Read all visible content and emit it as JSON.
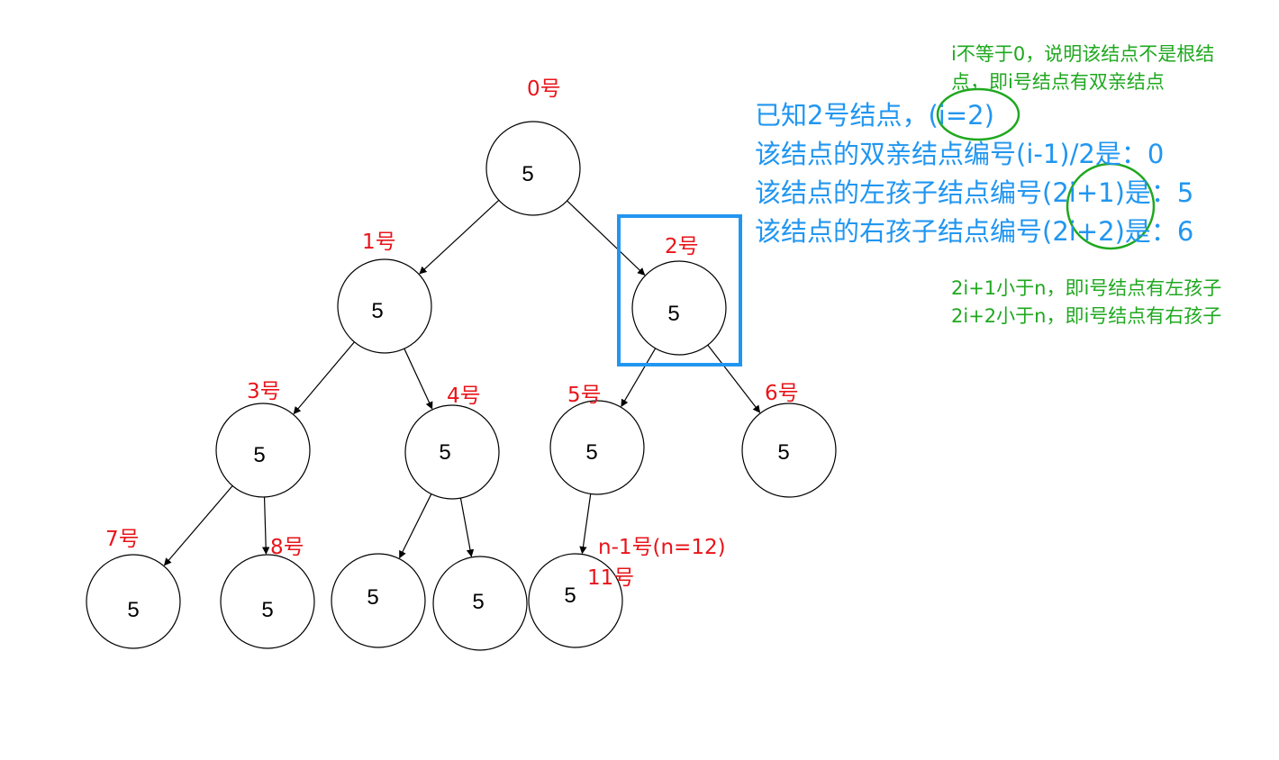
{
  "colors": {
    "node_label": "#e8141a",
    "blue_text": "#2196f0",
    "highlight_box": "#2196f0",
    "green_text": "#1fa81f",
    "green_circle": "#1fa81f"
  },
  "tree": {
    "nodes": [
      {
        "id": "n0",
        "value": "5",
        "label": "0号"
      },
      {
        "id": "n1",
        "value": "5",
        "label": "1号"
      },
      {
        "id": "n2",
        "value": "5",
        "label": "2号"
      },
      {
        "id": "n3",
        "value": "5",
        "label": "3号"
      },
      {
        "id": "n4",
        "value": "5",
        "label": "4号"
      },
      {
        "id": "n5",
        "value": "5",
        "label": "5号"
      },
      {
        "id": "n6",
        "value": "5",
        "label": "6号"
      },
      {
        "id": "n7",
        "value": "5",
        "label": "7号"
      },
      {
        "id": "n8",
        "value": "5",
        "label": "8号"
      },
      {
        "id": "n9",
        "value": "5",
        "label": ""
      },
      {
        "id": "n10",
        "value": "5",
        "label": ""
      },
      {
        "id": "n11",
        "value": "5",
        "label": "11号"
      }
    ],
    "edges": [
      [
        "n0",
        "n1"
      ],
      [
        "n0",
        "n2"
      ],
      [
        "n1",
        "n3"
      ],
      [
        "n1",
        "n4"
      ],
      [
        "n2",
        "n5"
      ],
      [
        "n2",
        "n6"
      ],
      [
        "n3",
        "n7"
      ],
      [
        "n3",
        "n8"
      ],
      [
        "n4",
        "n9"
      ],
      [
        "n4",
        "n10"
      ],
      [
        "n5",
        "n11"
      ]
    ],
    "last_node_note": "n-1号(n=12)"
  },
  "annotations": {
    "blue_lines": [
      "已知2号结点，(i=2)",
      "该结点的双亲结点编号(i-1)/2是：0",
      "该结点的左孩子结点编号(2i+1)是：5",
      "该结点的右孩子结点编号(2i+2)是：6"
    ],
    "green_top": [
      "i不等于0，说明该结点不是根结",
      "点，即i号结点有双亲结点"
    ],
    "green_bottom": [
      "2i+1小于n，即i号结点有左孩子",
      "2i+2小于n，即i号结点有右孩子"
    ]
  }
}
